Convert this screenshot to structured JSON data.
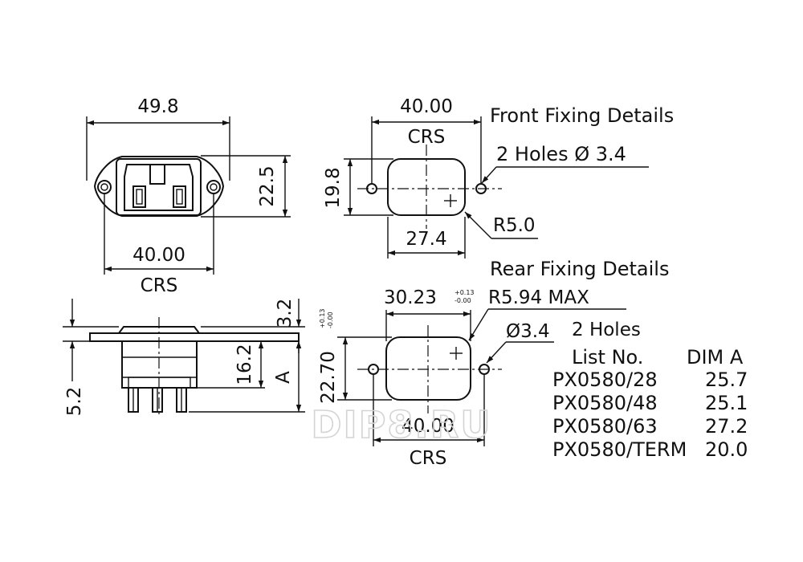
{
  "front_view": {
    "width_dim": "49.8",
    "height_dim": "22.5",
    "crs_dim": "40.00",
    "crs_label": "CRS"
  },
  "side_view": {
    "flange_dim": "3.2",
    "body_dim": "16.2",
    "a_label": "A",
    "pin_dim": "5.2"
  },
  "front_fixing": {
    "title": "Front Fixing Details",
    "holes_note": "2 Holes Ø 3.4",
    "crs_dim": "40.00",
    "crs_label": "CRS",
    "height_dim": "19.8",
    "cutout_width_dim": "27.4",
    "radius_note": "R5.0"
  },
  "rear_fixing": {
    "title": "Rear Fixing Details",
    "width_dim": "30.23",
    "width_tol_upper": "+0.13",
    "width_tol_lower": "-0.00",
    "radius_note": "R5.94 MAX",
    "hole_dia": "Ø3.4",
    "holes_note": "2 Holes",
    "height_dim": "22.70",
    "height_tol_upper": "+0.13",
    "height_tol_lower": "-0.00",
    "crs_dim": "40.00",
    "crs_label": "CRS"
  },
  "table": {
    "header_list": "List No.",
    "header_dim": "DIM A",
    "rows": [
      {
        "list_no": "PX0580/28",
        "dim_a": "25.7"
      },
      {
        "list_no": "PX0580/48",
        "dim_a": "25.1"
      },
      {
        "list_no": "PX0580/63",
        "dim_a": "27.2"
      },
      {
        "list_no": "PX0580/TERM",
        "dim_a": "20.0"
      }
    ]
  },
  "watermark": "DIP8.RU"
}
